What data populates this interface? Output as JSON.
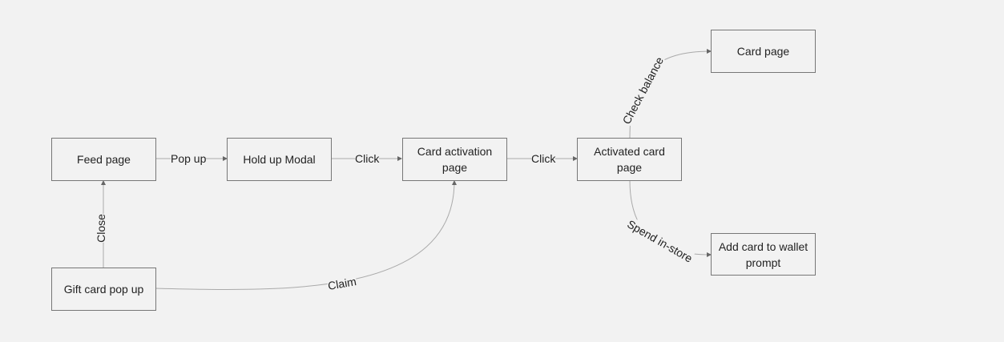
{
  "nodes": {
    "feed_page": "Feed page",
    "hold_up_modal": "Hold up Modal",
    "card_activation_page": "Card activation page",
    "activated_card_page": "Activated card page",
    "card_page": "Card page",
    "add_card_to_wallet_prompt": "Add card to wallet prompt",
    "gift_card_pop_up": "Gift card pop up"
  },
  "edges": {
    "pop_up": "Pop up",
    "click_1": "Click",
    "click_2": "Click",
    "check_balance": "Check balance",
    "spend_in_store": "Spend in-store",
    "close": "Close",
    "claim": "Claim"
  },
  "colors": {
    "background": "#f2f2f2",
    "box_border": "#777777",
    "connector": "#aaaaaa"
  }
}
